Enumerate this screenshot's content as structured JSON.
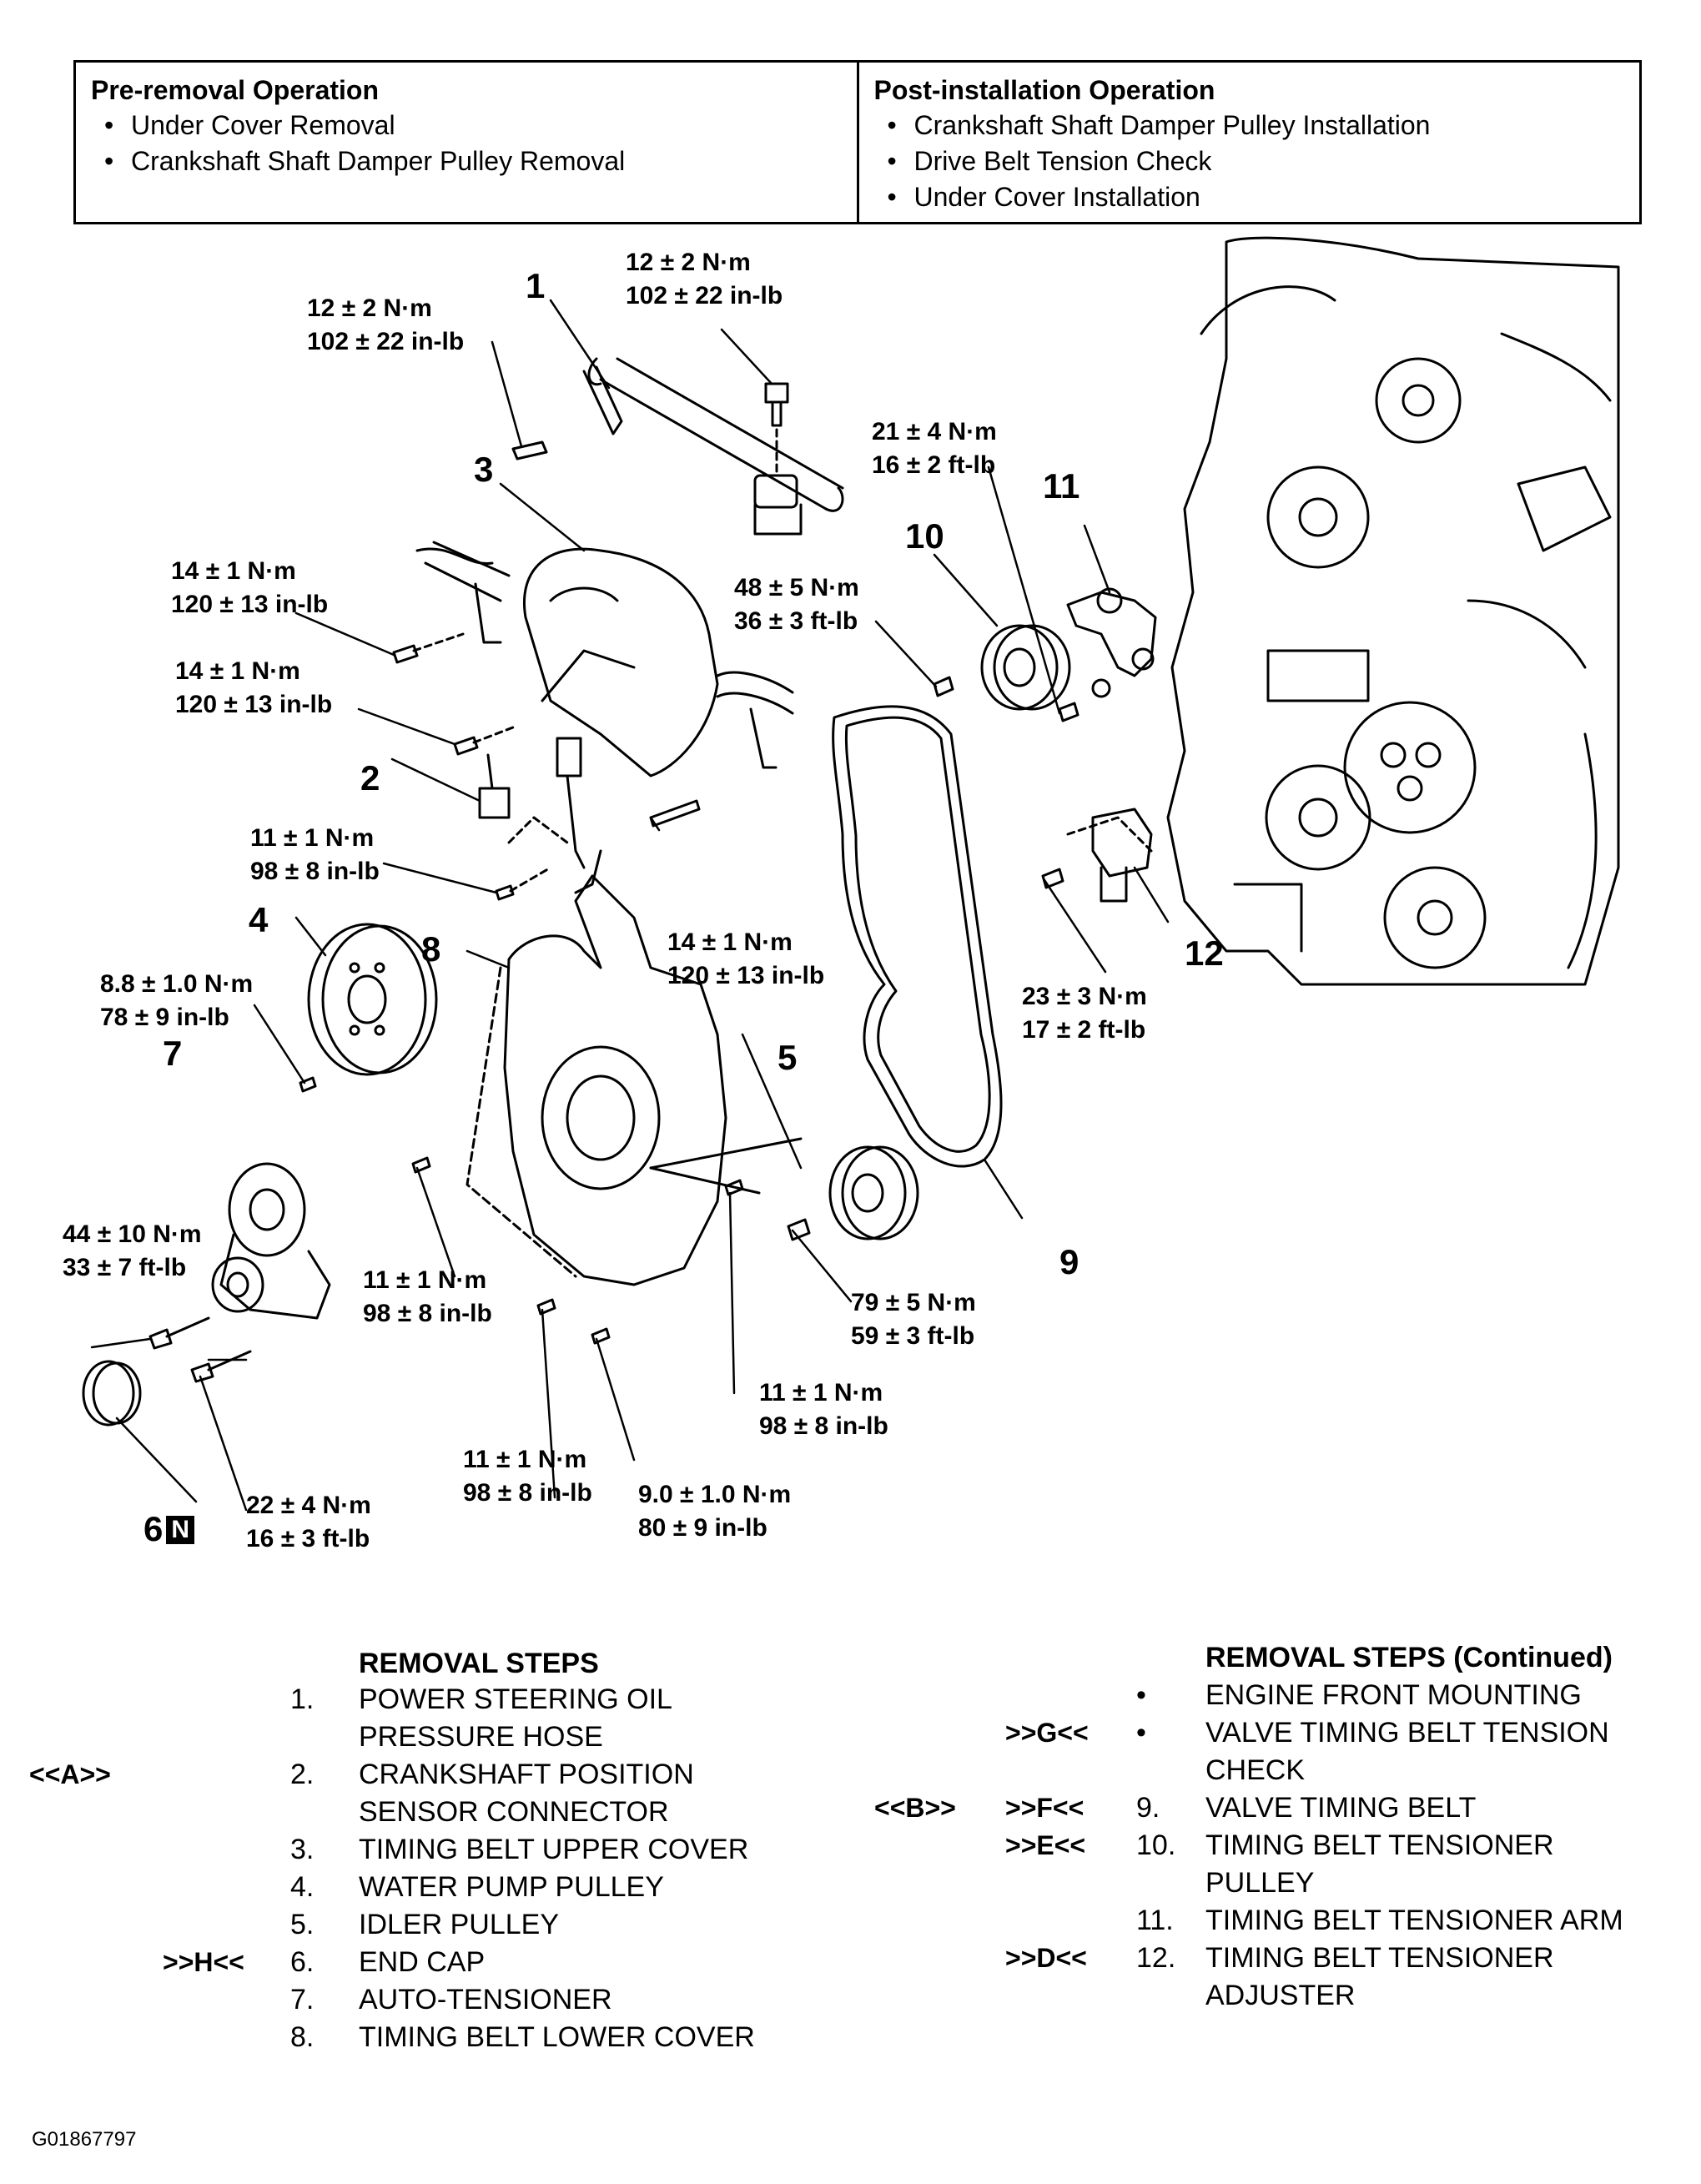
{
  "pre_removal": {
    "title": "Pre-removal Operation",
    "items": [
      "Under Cover Removal",
      "Crankshaft Shaft Damper Pulley Removal"
    ]
  },
  "post_installation": {
    "title": "Post-installation Operation",
    "items": [
      "Crankshaft Shaft Damper Pulley Installation",
      "Drive Belt Tension Check",
      "Under Cover Installation"
    ]
  },
  "callouts": {
    "n1": "1",
    "n2": "2",
    "n3": "3",
    "n4": "4",
    "n5": "5",
    "n6": "6",
    "n6_badge": "N",
    "n7": "7",
    "n8": "8",
    "n9": "9",
    "n10": "10",
    "n11": "11",
    "n12": "12"
  },
  "torques": {
    "t_hose_left": [
      "12 ± 2 N·m",
      "102 ± 22 in-lb"
    ],
    "t_hose_right": [
      "12 ± 2 N·m",
      "102 ± 22 in-lb"
    ],
    "t_upper_a": [
      "14 ± 1 N·m",
      "120 ± 13 in-lb"
    ],
    "t_upper_b": [
      "14 ± 1 N·m",
      "120 ± 13 in-lb"
    ],
    "t_sensor": [
      "11 ± 1 N·m",
      "98 ± 8 in-lb"
    ],
    "t_upper_c": [
      "14 ± 1 N·m",
      "120 ± 13 in-lb"
    ],
    "t_pulley_4": [
      "8.8 ± 1.0 N·m",
      "78 ± 9 in-lb"
    ],
    "t_auto_top": [
      "44 ± 10 N·m",
      "33 ± 7 ft-lb"
    ],
    "t_auto_bottom": [
      "22 ± 4 N·m",
      "16 ± 3 ft-lb"
    ],
    "t_lower_left": [
      "11 ± 1 N·m",
      "98 ± 8 in-lb"
    ],
    "t_lower_bottom": [
      "11 ± 1 N·m",
      "98 ± 8 in-lb"
    ],
    "t_lower_small": [
      "9.0 ± 1.0 N·m",
      "80 ± 9 in-lb"
    ],
    "t_lower_right": [
      "11 ± 1 N·m",
      "98 ± 8 in-lb"
    ],
    "t_idler": [
      "79 ± 5 N·m",
      "59 ± 3 ft-lb"
    ],
    "t_pulley_10": [
      "48 ± 5 N·m",
      "36 ± 3 ft-lb"
    ],
    "t_arm_11": [
      "21 ± 4 N·m",
      "16 ± 2 ft-lb"
    ],
    "t_adjuster": [
      "23 ± 3 N·m",
      "17 ± 2 ft-lb"
    ]
  },
  "removal_steps": {
    "title": "REMOVAL STEPS",
    "rows": [
      {
        "mark_left": "",
        "mark_right": "",
        "num": "1.",
        "text": "POWER STEERING OIL"
      },
      {
        "mark_left": "",
        "mark_right": "",
        "num": "",
        "text": "PRESSURE HOSE"
      },
      {
        "mark_left": "<<A>>",
        "mark_right": "",
        "num": "2.",
        "text": "CRANKSHAFT POSITION"
      },
      {
        "mark_left": "",
        "mark_right": "",
        "num": "",
        "text": "SENSOR CONNECTOR"
      },
      {
        "mark_left": "",
        "mark_right": "",
        "num": "3.",
        "text": "TIMING BELT UPPER COVER"
      },
      {
        "mark_left": "",
        "mark_right": "",
        "num": "4.",
        "text": "WATER PUMP PULLEY"
      },
      {
        "mark_left": "",
        "mark_right": "",
        "num": "5.",
        "text": "IDLER PULLEY"
      },
      {
        "mark_left": "",
        "mark_right": ">>H<<",
        "num": "6.",
        "text": "END CAP"
      },
      {
        "mark_left": "",
        "mark_right": "",
        "num": "7.",
        "text": "AUTO-TENSIONER"
      },
      {
        "mark_left": "",
        "mark_right": "",
        "num": "8.",
        "text": "TIMING BELT LOWER COVER"
      }
    ]
  },
  "removal_steps_cont": {
    "title": "REMOVAL STEPS (Continued)",
    "rows": [
      {
        "mark_left": "",
        "mark_right": "",
        "num": "•",
        "text": "ENGINE FRONT MOUNTING"
      },
      {
        "mark_left": "",
        "mark_right": ">>G<<",
        "num": "•",
        "text": "VALVE TIMING BELT TENSION"
      },
      {
        "mark_left": "",
        "mark_right": "",
        "num": "",
        "text": "CHECK"
      },
      {
        "mark_left": "<<B>>",
        "mark_right": ">>F<<",
        "num": "9.",
        "text": "VALVE TIMING BELT"
      },
      {
        "mark_left": "",
        "mark_right": ">>E<<",
        "num": "10.",
        "text": "TIMING BELT TENSIONER"
      },
      {
        "mark_left": "",
        "mark_right": "",
        "num": "",
        "text": "PULLEY"
      },
      {
        "mark_left": "",
        "mark_right": "",
        "num": "11.",
        "text": "TIMING BELT TENSIONER ARM"
      },
      {
        "mark_left": "",
        "mark_right": ">>D<<",
        "num": "12.",
        "text": "TIMING BELT TENSIONER"
      },
      {
        "mark_left": "",
        "mark_right": "",
        "num": "",
        "text": "ADJUSTER"
      }
    ]
  },
  "figure_id": "G01867797"
}
